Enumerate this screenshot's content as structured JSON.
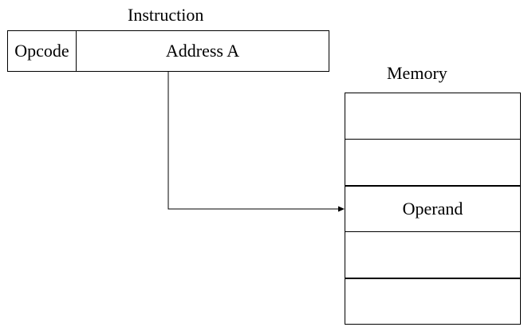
{
  "instruction": {
    "title": "Instruction",
    "opcode_label": "Opcode",
    "address_label": "Address A"
  },
  "memory": {
    "title": "Memory",
    "cells": [
      "",
      "",
      "Operand",
      "",
      ""
    ]
  },
  "colors": {
    "line": "#000000",
    "background": "#ffffff"
  }
}
